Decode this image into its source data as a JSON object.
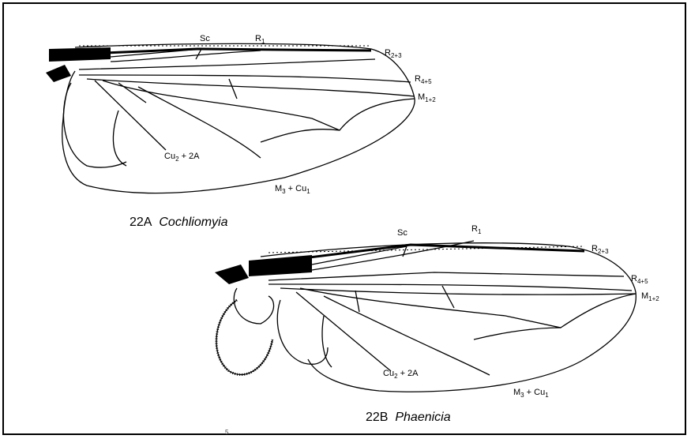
{
  "figure_a": {
    "caption_num": "22A",
    "caption_genus": "Cochliomyia",
    "labels": {
      "sc": "Sc",
      "r1": {
        "main": "R",
        "sub": "1"
      },
      "r23": {
        "main": "R",
        "sub": "2+3"
      },
      "r45": {
        "main": "R",
        "sub": "4+5"
      },
      "m12": {
        "main": "M",
        "sub": "1+2"
      },
      "cu2a": {
        "main": "Cu",
        "sub": "2",
        "tail": " + 2A"
      },
      "m3cu1": {
        "main": "M",
        "sub": "3",
        "mid": " + Cu",
        "sub2": "1"
      }
    }
  },
  "figure_b": {
    "caption_num": "22B",
    "caption_genus": "Phaenicia",
    "labels": {
      "sc": "Sc",
      "r1": {
        "main": "R",
        "sub": "1"
      },
      "r23": {
        "main": "R",
        "sub": "2+3"
      },
      "r45": {
        "main": "R",
        "sub": "4+5"
      },
      "m12": {
        "main": "M",
        "sub": "1+2"
      },
      "cu2a": {
        "main": "Cu",
        "sub": "2",
        "tail": " + 2A"
      },
      "m3cu1": {
        "main": "M",
        "sub": "3",
        "mid": " + Cu",
        "sub2": "1"
      }
    }
  },
  "page_mark": "5"
}
